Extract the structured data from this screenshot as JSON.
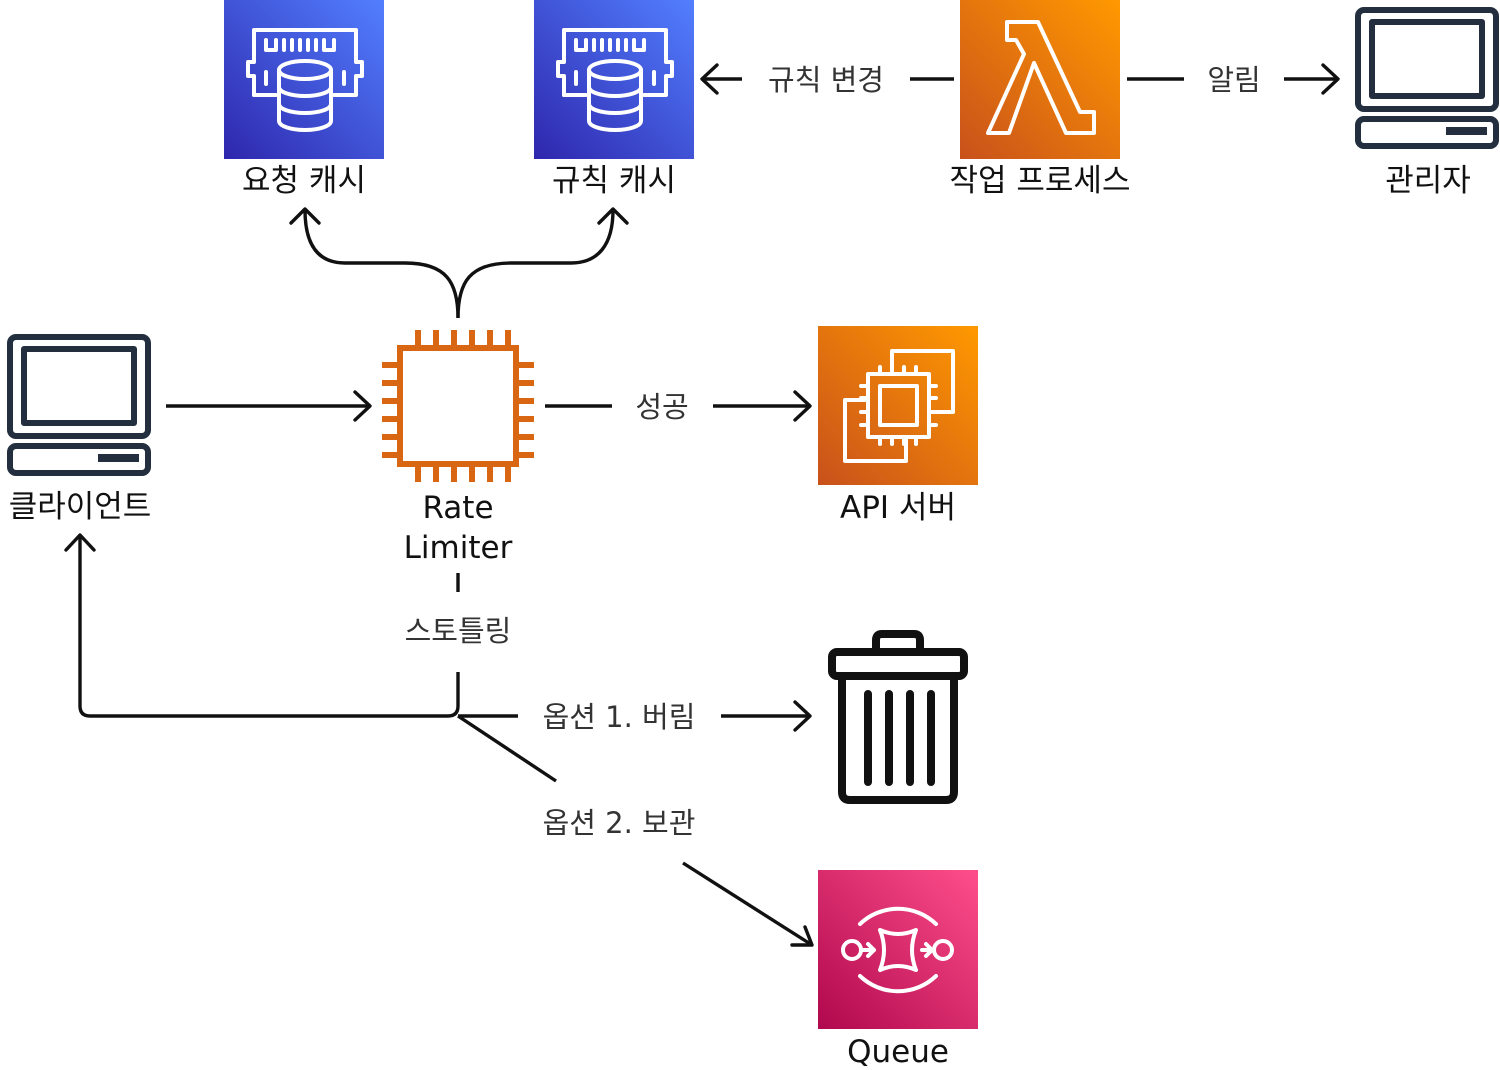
{
  "nodes": {
    "request_cache": {
      "label": "요청 캐시",
      "color": "#3b48cc"
    },
    "rule_cache": {
      "label": "규칙 캐시",
      "color": "#3b48cc"
    },
    "worker": {
      "label": "작업 프로세스",
      "color": "#e8760c"
    },
    "admin": {
      "label": "관리자"
    },
    "client": {
      "label": "클라이언트"
    },
    "rate_limiter": {
      "label_line1": "Rate",
      "label_line2": "Limiter",
      "color": "#d86613"
    },
    "api_server": {
      "label": "API 서버",
      "color": "#e8760c"
    },
    "trash": {
      "icon": "trash-icon"
    },
    "queue": {
      "label": "Queue",
      "color": "#d6246e"
    }
  },
  "edges": {
    "rule_change": "규칙 변경",
    "notify": "알림",
    "success": "성공",
    "throttling": "스토틀링",
    "option_drop": "옵션 1. 버림",
    "option_keep": "옵션 2. 보관"
  }
}
